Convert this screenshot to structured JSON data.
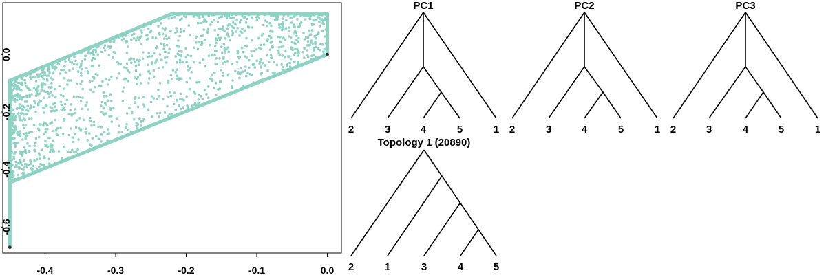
{
  "colors": {
    "accent": "#8ed2c4",
    "axis": "#000000",
    "edge": "#000000"
  },
  "chart_data": [
    {
      "type": "scatter",
      "title": "",
      "xlabel": "",
      "ylabel": "",
      "xlim": [
        -0.46,
        0.02
      ],
      "ylim": [
        -0.69,
        0.18
      ],
      "x_ticks": [
        -0.4,
        -0.3,
        -0.2,
        -0.1,
        0.0
      ],
      "x_tick_labels": [
        "-0.4",
        "-0.3",
        "-0.2",
        "-0.1",
        "0.0"
      ],
      "y_ticks": [
        0.0,
        -0.2,
        -0.4,
        -0.6
      ],
      "y_tick_labels": [
        "0.0",
        "-0.2",
        "-0.4",
        "-0.6"
      ],
      "grid": false,
      "point_count_approx": 1400,
      "series": [
        {
          "color": "#8ed2c4",
          "boundary": [
            [
              -0.45,
              -0.67
            ],
            [
              -0.45,
              -0.09
            ],
            [
              -0.22,
              0.142
            ],
            [
              0.0,
              0.142
            ],
            [
              0.0,
              0.0
            ],
            [
              -0.45,
              -0.445
            ]
          ],
          "region": {
            "x_range": [
              -0.45,
              0.0
            ],
            "upper_left": [
              -0.45,
              -0.09
            ],
            "upper_mid": [
              -0.22,
              0.142
            ],
            "upper_right": [
              0.0,
              0.142
            ],
            "lower_left": [
              -0.45,
              -0.445
            ],
            "lower_right": [
              0.0,
              0.0
            ]
          }
        }
      ]
    },
    {
      "type": "tree",
      "title": "PC1",
      "leaves": [
        "2",
        "3",
        "4",
        "5",
        "1"
      ],
      "topology": "(2,((3,(4,5)),1))"
    },
    {
      "type": "tree",
      "title": "PC2",
      "leaves": [
        "2",
        "3",
        "4",
        "5",
        "1"
      ],
      "topology": "(2,((3,(4,5)),1))"
    },
    {
      "type": "tree",
      "title": "PC3",
      "leaves": [
        "2",
        "3",
        "4",
        "5",
        "1"
      ],
      "topology": "(2,((3,(4,5)),1))"
    },
    {
      "type": "tree",
      "title": "Topology 1 (20890)",
      "title_color": "#8ed2c4",
      "leaves": [
        "2",
        "1",
        "3",
        "4",
        "5"
      ],
      "topology": "(2,(1,(3,(4,5))))"
    }
  ]
}
